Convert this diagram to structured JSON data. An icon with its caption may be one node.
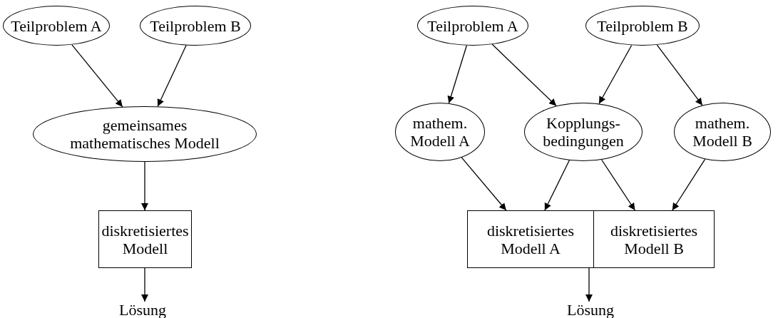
{
  "diagram": {
    "nodes": [
      {
        "text": [
          "Teilproblem A"
        ]
      },
      {
        "text": [
          "Teilproblem B"
        ]
      },
      {
        "text": [
          "gemeinsames mathematisches Modell"
        ]
      },
      {
        "text": [
          "diskretisiertes Modell"
        ]
      },
      {
        "text": [
          "Lösung"
        ]
      },
      {
        "text": [
          "Teilproblem A"
        ]
      },
      {
        "text": [
          "Teilproblem B"
        ]
      },
      {
        "text": [
          "mathem. Modell A"
        ]
      },
      {
        "text": [
          "Kopplungs-bedingungen"
        ]
      },
      {
        "text": [
          "mathem. Modell B"
        ]
      },
      {
        "text": [
          "diskretisiertes Modell A"
        ]
      },
      {
        "text": [
          "diskretisiertes Modell B"
        ]
      },
      {
        "text": [
          "Lösung"
        ]
      }
    ],
    "edges": [
      {
        "from": 0,
        "to": 2,
        "arrow": "to"
      },
      {
        "from": 1,
        "to": 2,
        "arrow": "to"
      },
      {
        "from": 2,
        "to": 3,
        "arrow": "to"
      },
      {
        "from": 3,
        "to": 4,
        "arrow": "to"
      },
      {
        "from": 5,
        "to": 7,
        "arrow": "to"
      },
      {
        "from": 5,
        "to": 8,
        "arrow": "to"
      },
      {
        "from": 6,
        "to": 8,
        "arrow": "to"
      },
      {
        "from": 6,
        "to": 9,
        "arrow": "to"
      },
      {
        "from": 7,
        "to": 10,
        "arrow": "to"
      },
      {
        "from": 8,
        "to": 10,
        "arrow": "to"
      },
      {
        "from": 8,
        "to": 11,
        "arrow": "to"
      },
      {
        "from": 9,
        "to": 11,
        "arrow": "to"
      },
      {
        "from": 10,
        "to": 12,
        "arrow": "to"
      }
    ]
  }
}
